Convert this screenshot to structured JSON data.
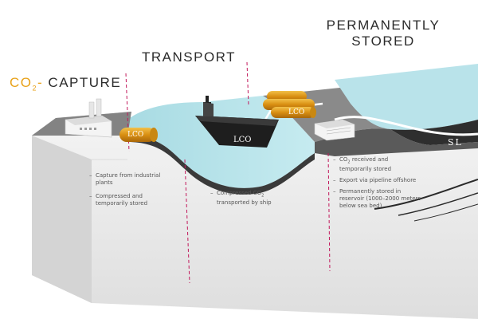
{
  "headings": {
    "capture_prefix": "CO",
    "capture_sub": "2",
    "capture_dash": "-",
    "capture_word": "CAPTURE",
    "transport": "TRANSPORT",
    "stored_line1": "PERMANENTLY",
    "stored_line2": "STORED"
  },
  "notes": {
    "capture_1": "Capture from industrial plants",
    "capture_2": "Compressed and temporarily stored",
    "transport_1a": "Compressed CO",
    "transport_1sub": "2",
    "transport_1b": "transported by ship",
    "stored_1a": "CO",
    "stored_1sub": "2",
    "stored_1b": " received and temporarily stored",
    "stored_2": "Export via pipeline offshore",
    "stored_3": "Permanently stored in reservoir (1000–2000 meters below sea bed)"
  },
  "tank_labels": {
    "capture_tank": "LCO",
    "ship": "LCO",
    "receiving_tank": "LCO",
    "partial_right": "SL"
  },
  "colors": {
    "accent_orange": "#e8a21a",
    "divider_pink": "#c2185b",
    "sea": "#9fd6df",
    "sea_light": "#c9e9ee",
    "ground_top": "#8a8a8a",
    "block_front": "#ececec",
    "ship": "#1e1e1e"
  }
}
